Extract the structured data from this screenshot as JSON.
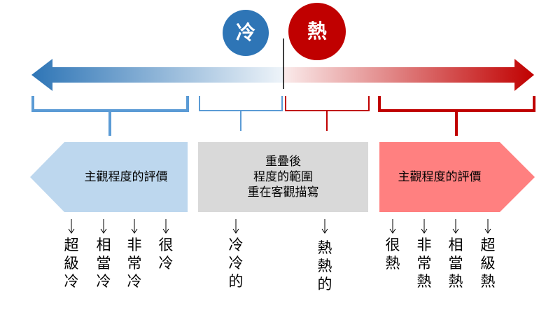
{
  "circles": {
    "cold": {
      "label": "冷",
      "color": "#2e75b6"
    },
    "hot": {
      "label": "熱",
      "color": "#c00000"
    }
  },
  "gradient_arrow": {
    "cold_color": "#2e75b6",
    "hot_color": "#c00000"
  },
  "boxes": {
    "left": {
      "lines": [
        "主觀程度的評價"
      ],
      "color": "#bdd7ee"
    },
    "middle": {
      "lines": [
        "重疊後",
        "程度的範圍",
        "重在客觀描寫"
      ],
      "color": "#d9d9d9"
    },
    "right": {
      "lines": [
        "主觀程度的評價"
      ],
      "color": "#ff8080"
    }
  },
  "words": {
    "cold_side": [
      "超級冷",
      "相當冷",
      "非常冷",
      "很冷"
    ],
    "middle_cold": "冷冷的",
    "middle_hot": "熱熱的",
    "hot_side": [
      "很熱",
      "非常熱",
      "相當熱",
      "超級熱"
    ]
  },
  "bracket_colors": {
    "cold": "#5b9bd5",
    "hot": "#c00000"
  }
}
